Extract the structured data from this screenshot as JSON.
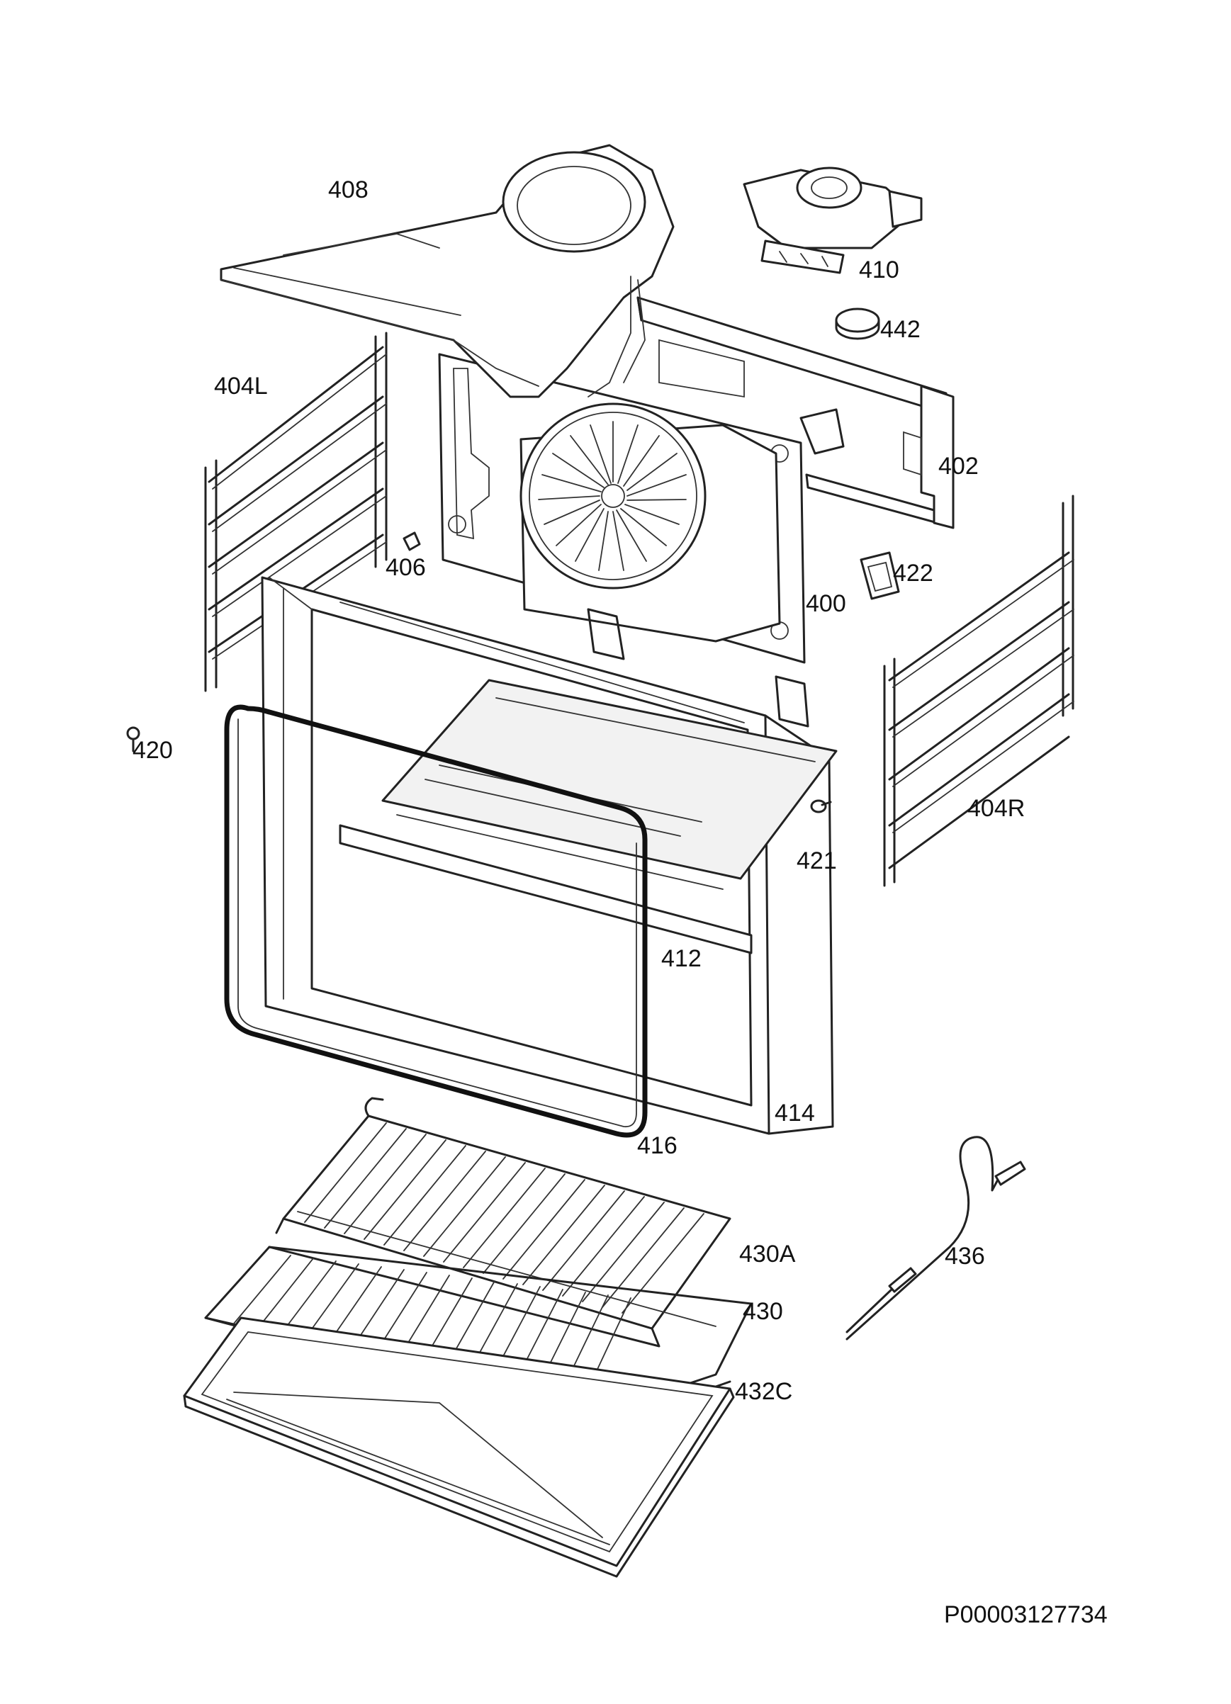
{
  "labels": {
    "p408": "408",
    "p410": "410",
    "p442": "442",
    "p404L": "404L",
    "p402": "402",
    "p406": "406",
    "p422": "422",
    "p400": "400",
    "p420": "420",
    "p404R": "404R",
    "p421": "421",
    "p412": "412",
    "p414": "414",
    "p416": "416",
    "p430A": "430A",
    "p436": "436",
    "p430": "430",
    "p432C": "432C"
  },
  "document": {
    "id": "P00003127734"
  }
}
